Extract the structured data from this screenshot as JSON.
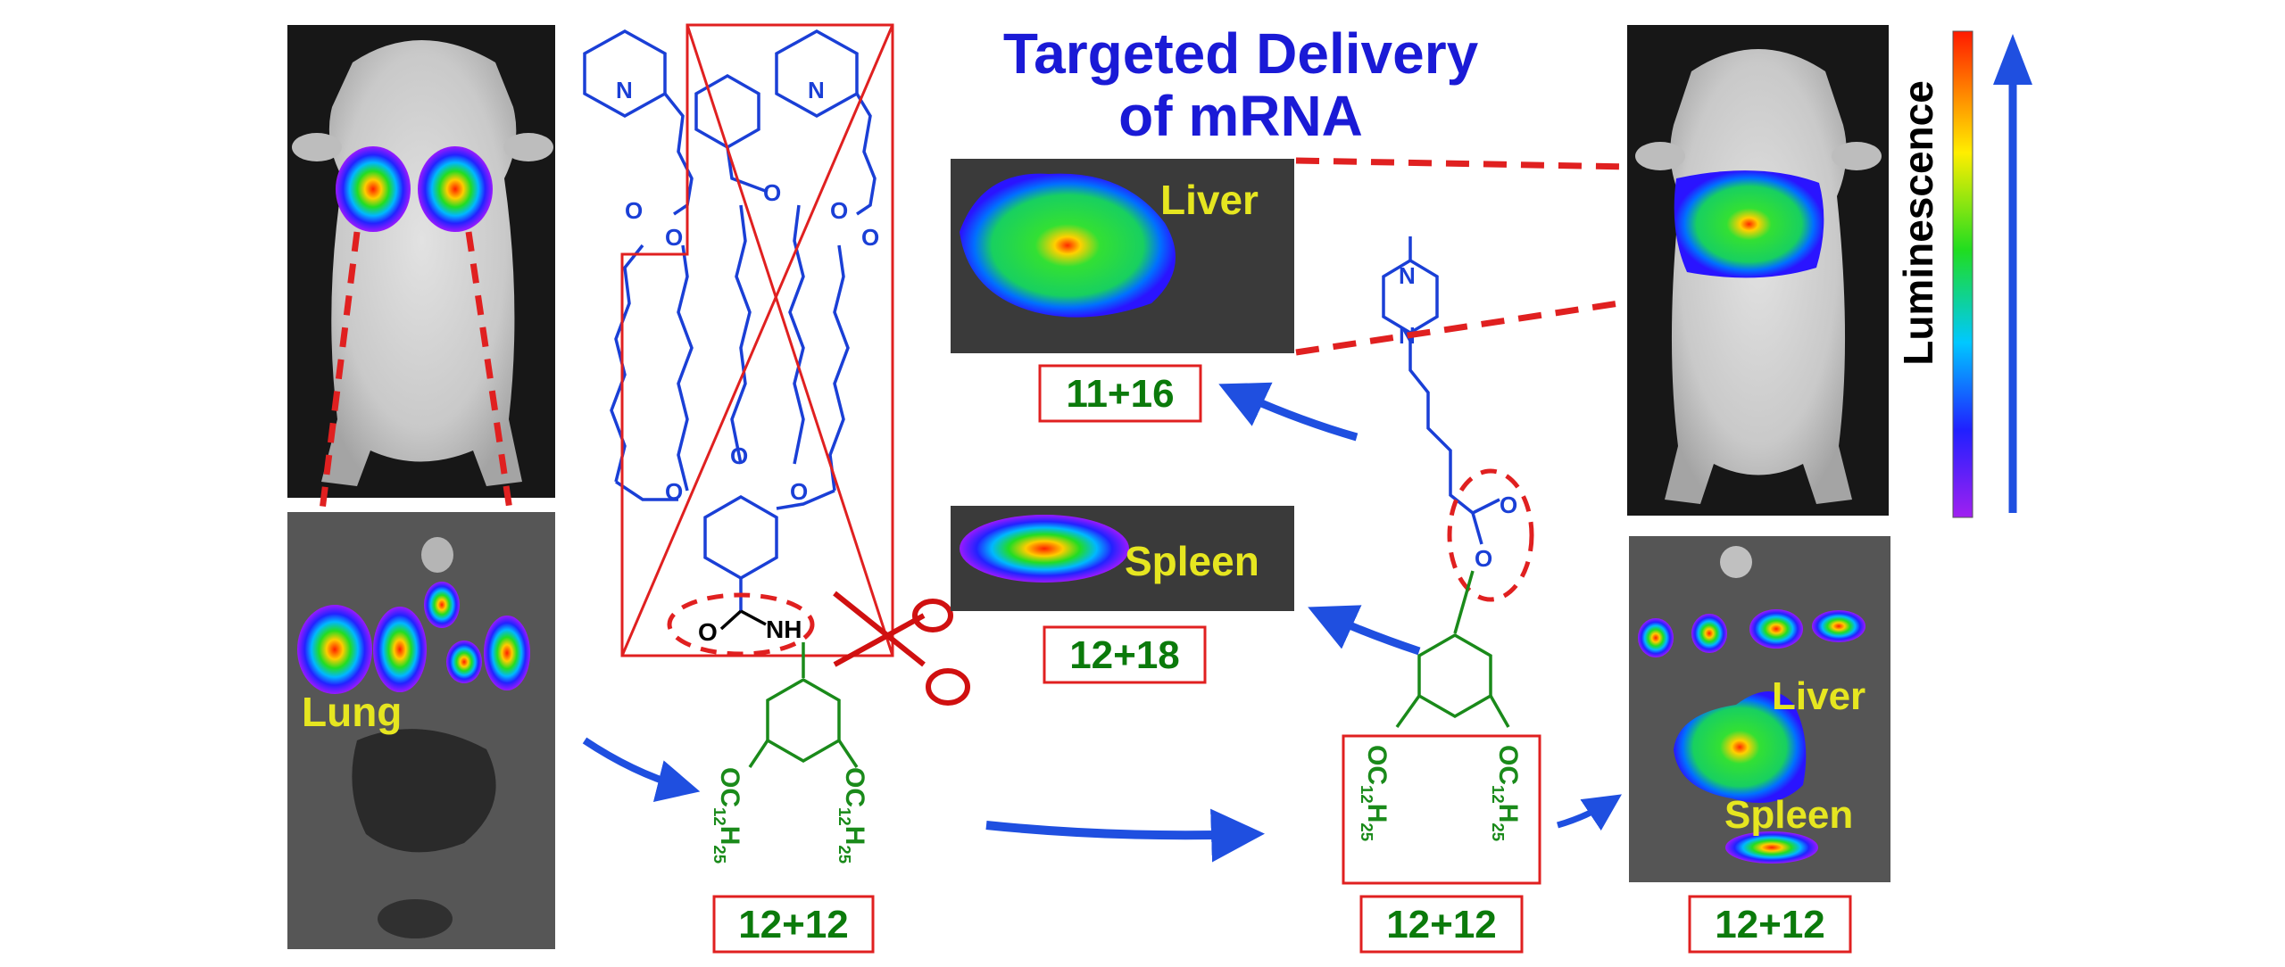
{
  "title": {
    "line1": "Targeted Delivery",
    "line2": "of mRNA"
  },
  "colorbar": {
    "label": "Luminescence"
  },
  "organs": {
    "lung": "Lung",
    "liver": "Liver",
    "spleen": "Spleen"
  },
  "formulations": {
    "f1": "12+12",
    "f2": "11+16",
    "f3": "12+18",
    "f4": "12+12",
    "f5": "12+12"
  },
  "chemistry": {
    "nitrogen": "N",
    "oxygen": "O",
    "amide": "NH",
    "chain_left": {
      "o": "OC",
      "a": "12",
      "h": "H",
      "b": "25"
    },
    "chain_right": {
      "o": "OC",
      "a": "12",
      "h": "H",
      "b": "25"
    }
  },
  "colors": {
    "title": "#1a1ad6",
    "label_green": "#0b7a0b",
    "box_red": "#e02020",
    "chem_blue": "#1a3fd6",
    "chem_green": "#1a8a1a",
    "organ_label": "#e6e620",
    "arrow_blue": "#1f4fe0"
  },
  "icons": [
    "scissors-icon",
    "cross-out-icon",
    "luminescence-arrow-icon"
  ]
}
